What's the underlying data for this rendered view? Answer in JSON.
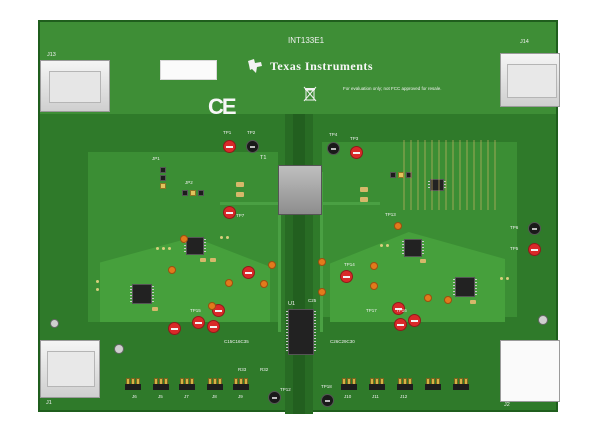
{
  "board": {
    "part_number": "INT133E1",
    "logo_text": "Texas Instruments",
    "ce_mark": "CE",
    "fcc_note": "For evaluation only; not FCC approved for resale.",
    "labels": {
      "j3": "J13",
      "j4": "J14",
      "j1": "J1",
      "j2": "J2",
      "tp1": "TP1",
      "tp2": "TP2",
      "tp3": "TP3",
      "tp4": "TP4",
      "tp5": "TP5",
      "tp6": "TP6",
      "tp7": "TP7",
      "tp12": "TP12",
      "tp13": "TP13",
      "tp14": "TP14",
      "tp15": "TP15",
      "tp16": "TP16",
      "tp17": "TP17",
      "tp18": "TP18",
      "t1": "T1",
      "u1": "U1",
      "c25": "C25",
      "c25b": "C26C29C30",
      "c25a": "C15C16C35",
      "j6": "J6",
      "j5": "J5",
      "j7": "J7",
      "j8": "J8",
      "j9": "J9",
      "j10": "J10",
      "j11": "J11",
      "j12": "J12",
      "r33": "R33",
      "r32": "R32",
      "jp2": "JP2",
      "jp1": "JP1"
    }
  },
  "colors": {
    "pcb": "#2f7a2a",
    "silk": "#f2f2f2",
    "tp_red": "#d92929",
    "tp_black": "#1a1a1a"
  }
}
